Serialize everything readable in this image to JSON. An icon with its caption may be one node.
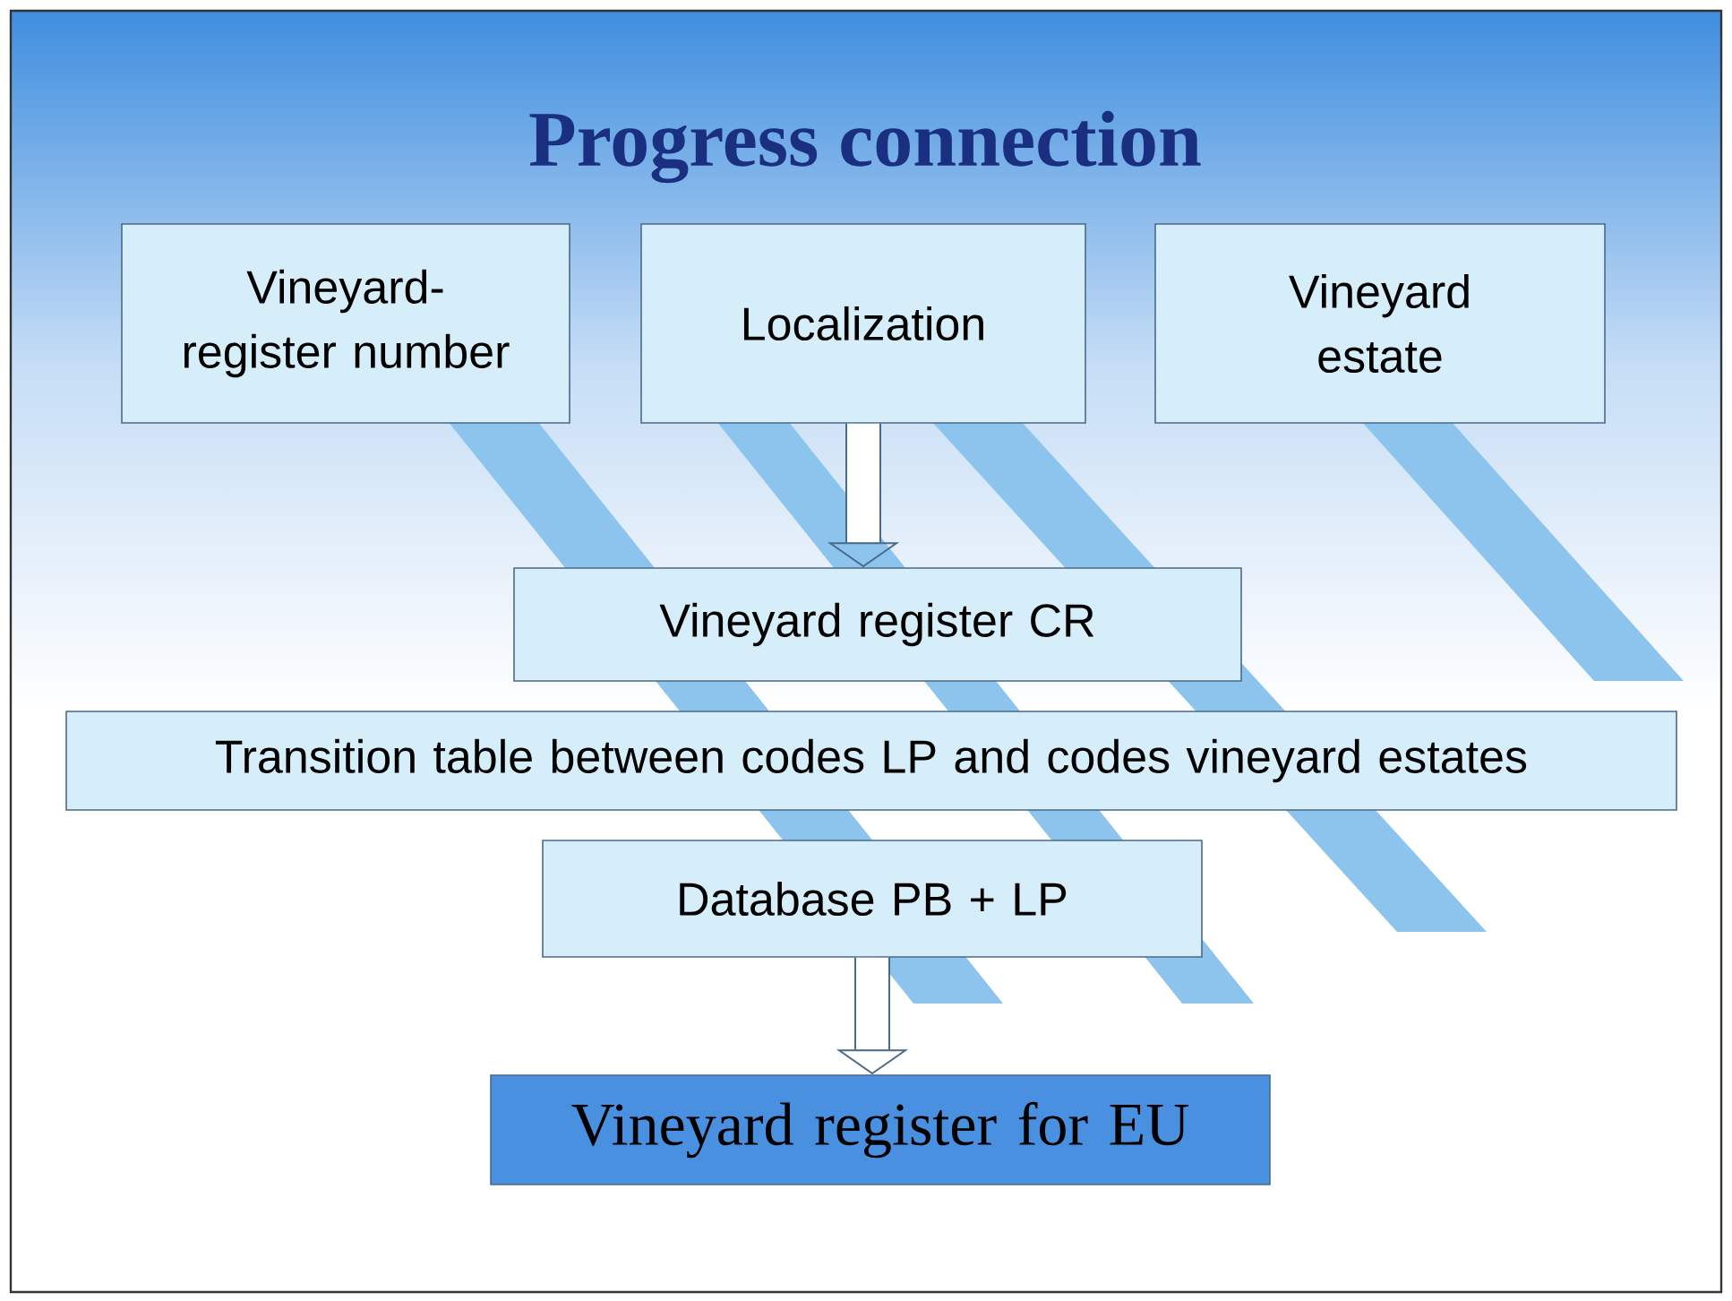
{
  "diagram": {
    "title": "Progress connection",
    "nodes": [
      {
        "text": [
          "Vineyard-register number"
        ]
      },
      {
        "text": [
          "Localization"
        ]
      },
      {
        "text": [
          "Vineyard estate"
        ]
      },
      {
        "text": [
          "Vineyard register CR"
        ]
      },
      {
        "text": [
          "Transition table between codes LP and codes vineyard estates"
        ]
      },
      {
        "text": [
          "Database PB + LP"
        ]
      },
      {
        "text": [
          "Vineyard register for EU"
        ]
      }
    ],
    "edges": [
      {
        "from": 1,
        "to": 3,
        "arrow": "to"
      },
      {
        "from": 5,
        "to": 6,
        "arrow": "to"
      }
    ]
  }
}
